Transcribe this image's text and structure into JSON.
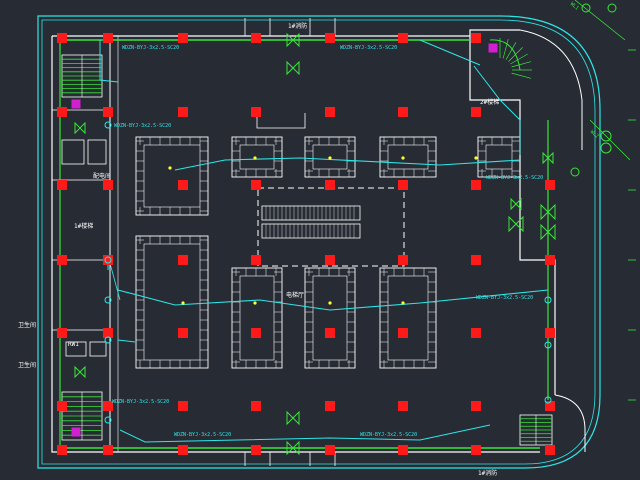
{
  "drawing": {
    "colors": {
      "background": "#262b34",
      "wall": "#ffffff",
      "boundary": "#2ee6e6",
      "column": "#ff1a1a",
      "cable": "#2ee6e6",
      "conduit": "#39e639",
      "device": "#39e639",
      "accent": "#ffff33",
      "panel": "#d020d0"
    },
    "labels": {
      "top_entry": "1#消防",
      "bottom_entry": "1#消防",
      "left_label_1": "卫生间",
      "left_label_2": "卫生间",
      "room_a": "1#楼梯",
      "room_b": "配电间",
      "room_c": "2#楼梯",
      "note_corner_1": "WL1",
      "note_corner_2": "WL2",
      "elev_label": "电梯厅",
      "riser": "RW1"
    },
    "cable_tags": [
      "WDZN-BYJ-3x2.5-SC20",
      "WDZN-BYJ-3x2.5-SC20",
      "WDZN-BYJ-3x2.5-SC20",
      "WDZN-BYJ-3x2.5-SC20",
      "WDZN-BYJ-3x2.5-SC20",
      "WDZN-BYJ-3x2.5-SC20",
      "WDZN-BYJ-3x2.5-SC20",
      "WDZN-BYJ-3x2.5-SC20"
    ]
  }
}
